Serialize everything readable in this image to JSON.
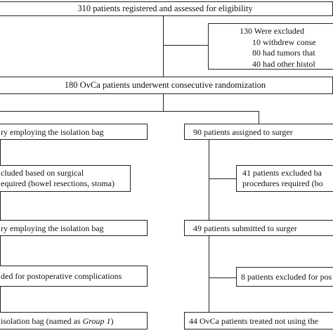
{
  "top": {
    "text": "310 patients registered and assessed for eligibility"
  },
  "excluded": {
    "title": "130 Were excluded",
    "lines": [
      "10 withdrew conse",
      "80 had tumors that",
      "40 had other histol"
    ]
  },
  "randomization": {
    "text": "180 OvCa patients underwent consecutive randomization"
  },
  "left": {
    "assigned": "ry employing the isolation bag",
    "excl_surgical_1": "cluded based on surgical",
    "excl_surgical_2": "equired (bowel resections, stoma)",
    "submitted": "ry employing the isolation bag",
    "excl_post": "ded for postoperative complications",
    "final_prefix": "isolation bag (named as ",
    "final_group": "Group 1",
    "final_suffix": ")"
  },
  "right": {
    "assigned": "90  patients assigned to surger",
    "excl_surgical_1": "41 patients excluded ba",
    "excl_surgical_2": "procedures required (bo",
    "submitted": "49 patients submitted to surger",
    "excl_post": "8 patients excluded for pos",
    "final": "44 OvCa patients treated not using the"
  }
}
